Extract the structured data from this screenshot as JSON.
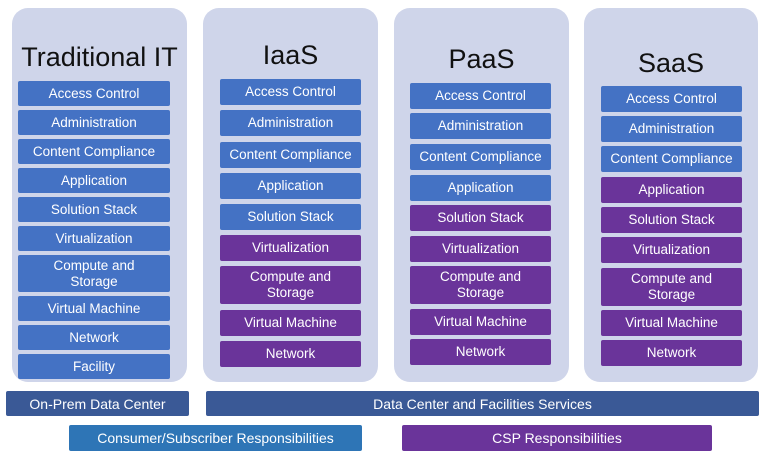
{
  "colors": {
    "consumer": "#4472c4",
    "csp": "#6a349a",
    "panel": "#cfd5ea",
    "base_bar": "#3a5996",
    "legend_consumer": "#2e75b6",
    "legend_csp": "#6a349a"
  },
  "columns": [
    {
      "title": "Traditional IT",
      "layers": [
        {
          "label": "Access Control",
          "owner": "consumer"
        },
        {
          "label": "Administration",
          "owner": "consumer"
        },
        {
          "label": "Content Compliance",
          "owner": "consumer"
        },
        {
          "label": "Application",
          "owner": "consumer"
        },
        {
          "label": "Solution Stack",
          "owner": "consumer"
        },
        {
          "label": "Virtualization",
          "owner": "consumer"
        },
        {
          "label": "Compute and Storage",
          "owner": "consumer"
        },
        {
          "label": "Virtual Machine",
          "owner": "consumer"
        },
        {
          "label": "Network",
          "owner": "consumer"
        },
        {
          "label": "Facility",
          "owner": "consumer"
        }
      ]
    },
    {
      "title": "IaaS",
      "layers": [
        {
          "label": "Access Control",
          "owner": "consumer"
        },
        {
          "label": "Administration",
          "owner": "consumer"
        },
        {
          "label": "Content Compliance",
          "owner": "consumer"
        },
        {
          "label": "Application",
          "owner": "consumer"
        },
        {
          "label": "Solution Stack",
          "owner": "consumer"
        },
        {
          "label": "Virtualization",
          "owner": "csp"
        },
        {
          "label": "Compute and Storage",
          "owner": "csp"
        },
        {
          "label": "Virtual Machine",
          "owner": "csp"
        },
        {
          "label": "Network",
          "owner": "csp"
        }
      ]
    },
    {
      "title": "PaaS",
      "layers": [
        {
          "label": "Access Control",
          "owner": "consumer"
        },
        {
          "label": "Administration",
          "owner": "consumer"
        },
        {
          "label": "Content Compliance",
          "owner": "consumer"
        },
        {
          "label": "Application",
          "owner": "consumer"
        },
        {
          "label": "Solution Stack",
          "owner": "csp"
        },
        {
          "label": "Virtualization",
          "owner": "csp"
        },
        {
          "label": "Compute and Storage",
          "owner": "csp"
        },
        {
          "label": "Virtual Machine",
          "owner": "csp"
        },
        {
          "label": "Network",
          "owner": "csp"
        }
      ]
    },
    {
      "title": "SaaS",
      "layers": [
        {
          "label": "Access Control",
          "owner": "consumer"
        },
        {
          "label": "Administration",
          "owner": "consumer"
        },
        {
          "label": "Content Compliance",
          "owner": "consumer"
        },
        {
          "label": "Application",
          "owner": "csp"
        },
        {
          "label": "Solution Stack",
          "owner": "csp"
        },
        {
          "label": "Virtualization",
          "owner": "csp"
        },
        {
          "label": "Compute and Storage",
          "owner": "csp"
        },
        {
          "label": "Virtual Machine",
          "owner": "csp"
        },
        {
          "label": "Network",
          "owner": "csp"
        }
      ]
    }
  ],
  "base_bars": {
    "on_prem": "On-Prem Data Center",
    "cloud": "Data Center and Facilities Services"
  },
  "legend": {
    "consumer": "Consumer/Subscriber Responsibilities",
    "csp": "CSP Responsibilities"
  }
}
